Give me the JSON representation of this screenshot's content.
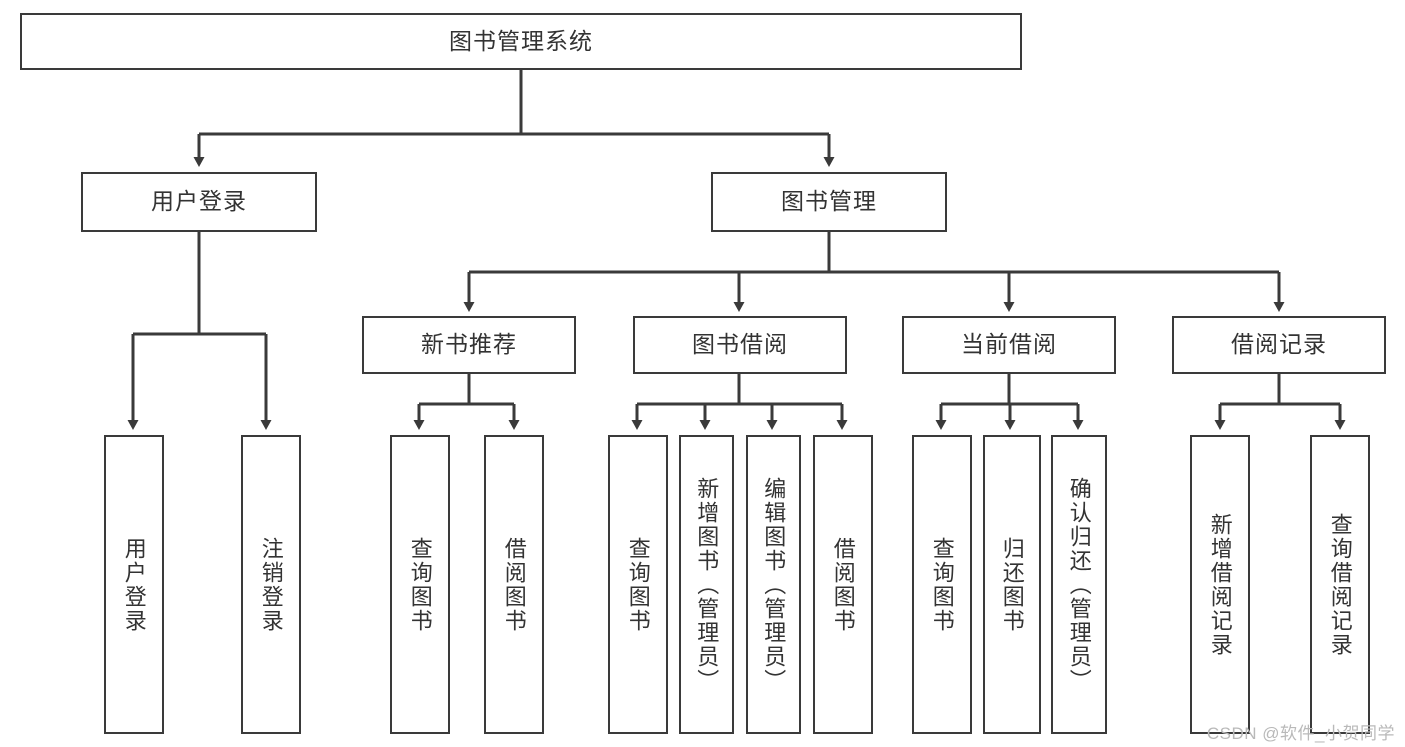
{
  "diagram": {
    "type": "tree-hierarchy",
    "title": "图书管理系统",
    "root": {
      "label": "图书管理系统"
    },
    "level2": [
      {
        "label": "用户登录"
      },
      {
        "label": "图书管理"
      }
    ],
    "level3": [
      {
        "label": "新书推荐"
      },
      {
        "label": "图书借阅"
      },
      {
        "label": "当前借阅"
      },
      {
        "label": "借阅记录"
      }
    ],
    "leaves": [
      {
        "label": "用户登录",
        "parent": "用户登录"
      },
      {
        "label": "注销登录",
        "parent": "用户登录"
      },
      {
        "label": "查询图书",
        "parent": "新书推荐"
      },
      {
        "label": "借阅图书",
        "parent": "新书推荐"
      },
      {
        "label": "查询图书",
        "parent": "图书借阅"
      },
      {
        "label": "新增图书（管理员）",
        "parent": "图书借阅"
      },
      {
        "label": "编辑图书（管理员）",
        "parent": "图书借阅"
      },
      {
        "label": "借阅图书",
        "parent": "图书借阅"
      },
      {
        "label": "查询图书",
        "parent": "当前借阅"
      },
      {
        "label": "归还图书",
        "parent": "当前借阅"
      },
      {
        "label": "确认归还（管理员）",
        "parent": "当前借阅"
      },
      {
        "label": "新增借阅记录",
        "parent": "借阅记录"
      },
      {
        "label": "查询借阅记录",
        "parent": "借阅记录"
      }
    ],
    "colors": {
      "border": "#3a3a3a",
      "text": "#333333",
      "background": "#ffffff",
      "watermark": "#b9b9b9"
    }
  },
  "watermark": {
    "text": "CSDN @软件_小贺同学"
  }
}
